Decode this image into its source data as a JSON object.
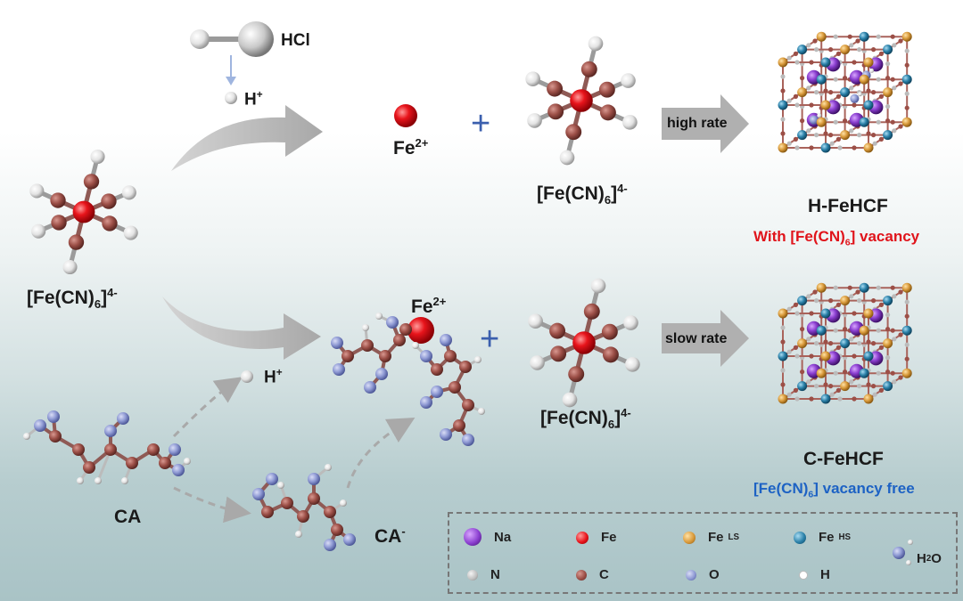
{
  "reagents": {
    "hcl": "HCl",
    "h_plus_top": "H",
    "h_plus_top_sup": "+",
    "h_plus_bottom": "H",
    "h_plus_bottom_sup": "+",
    "ferrocyanide_left_main": "[Fe(CN)",
    "ferrocyanide_left_sub": "6",
    "ferrocyanide_left_close": "]",
    "ferrocyanide_left_sup": "4-",
    "ca": "CA",
    "ca_minus": "CA",
    "ca_minus_sup": "-"
  },
  "top_route": {
    "fe_ion": "Fe",
    "fe_ion_sup": "2+",
    "plus": "+",
    "ferrocyanide_main": "[Fe(CN)",
    "ferrocyanide_sub": "6",
    "ferrocyanide_close": "]",
    "ferrocyanide_sup": "4-",
    "rate_label": "high rate",
    "product": "H-FeHCF",
    "note_prefix": "With [Fe(CN)",
    "note_sub": "6",
    "note_suffix": "] vacancy"
  },
  "bottom_route": {
    "fe_ion": "Fe",
    "fe_ion_sup": "2+",
    "plus": "+",
    "ferrocyanide_main": "[Fe(CN)",
    "ferrocyanide_sub": "6",
    "ferrocyanide_close": "]",
    "ferrocyanide_sup": "4-",
    "rate_label": "slow rate",
    "product": "C-FeHCF",
    "note_prefix": "[Fe(CN)",
    "note_sub": "6",
    "note_suffix": "] vacancy free"
  },
  "legend": {
    "na": "Na",
    "fe": "Fe",
    "fe_ls": "Fe",
    "fe_ls_sup": "LS",
    "fe_hs": "Fe",
    "fe_hs_sup": "HS",
    "water": "H",
    "water_sub": "2",
    "water_tail": "O",
    "n": "N",
    "c": "C",
    "o": "O",
    "h": "H"
  },
  "colors": {
    "na": "#8a3fc8",
    "fe": "#e21a1a",
    "fe_ls": "#d9a040",
    "fe_hs": "#2b7fa6",
    "n": "#c8c8c8",
    "c": "#a85a50",
    "o": "#8e9bd6",
    "h": "#ffffff",
    "title_red": "#e0141b",
    "title_blue": "#1d62c4"
  }
}
